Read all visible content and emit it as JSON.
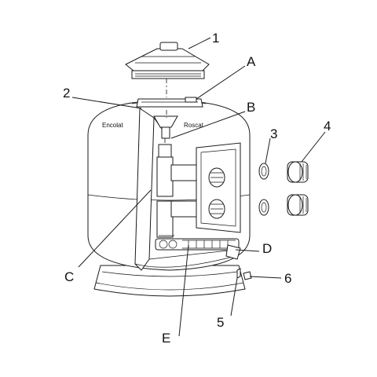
{
  "labels": {
    "n1": "1",
    "n2": "2",
    "n3": "3",
    "n4": "4",
    "n5": "5",
    "n6": "6",
    "A": "A",
    "B": "B",
    "C": "C",
    "D": "D",
    "E": "E"
  },
  "annotations": {
    "encolat": "Encolat",
    "roscat": "Roscat"
  }
}
